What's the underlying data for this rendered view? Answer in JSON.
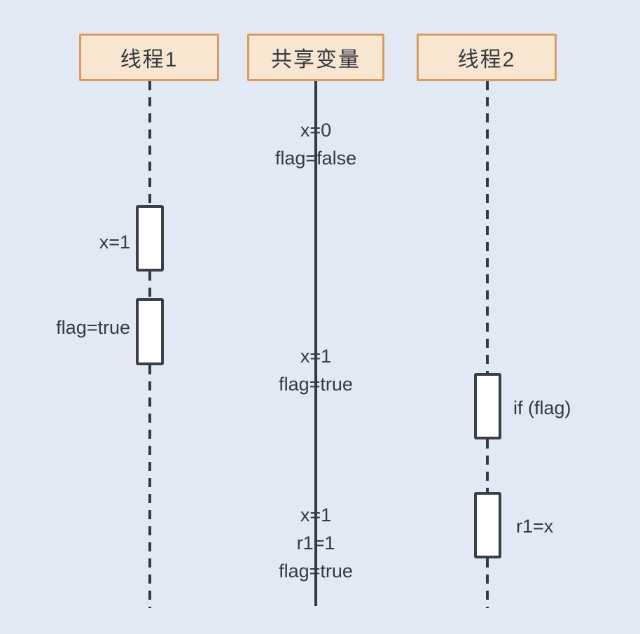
{
  "diagram": {
    "headers": [
      {
        "label": "线程1"
      },
      {
        "label": "共享变量"
      },
      {
        "label": "线程2"
      }
    ],
    "thread1_activations": [
      {
        "label": "x=1"
      },
      {
        "label": "flag=true"
      }
    ],
    "thread2_activations": [
      {
        "label": "if (flag)"
      },
      {
        "label": "r1=x"
      }
    ],
    "shared_states": [
      {
        "lines": [
          "x=0",
          "flag=false"
        ]
      },
      {
        "lines": [
          "x=1",
          "flag=true"
        ]
      },
      {
        "lines": [
          "x=1",
          "r1=1",
          "flag=true"
        ]
      }
    ],
    "colors": {
      "background": "#e2e8f4",
      "header_fill": "#f9e6d0",
      "header_border": "#d89c63",
      "line": "#33393f",
      "text": "#333b44",
      "activation_fill": "#ffffff"
    }
  }
}
